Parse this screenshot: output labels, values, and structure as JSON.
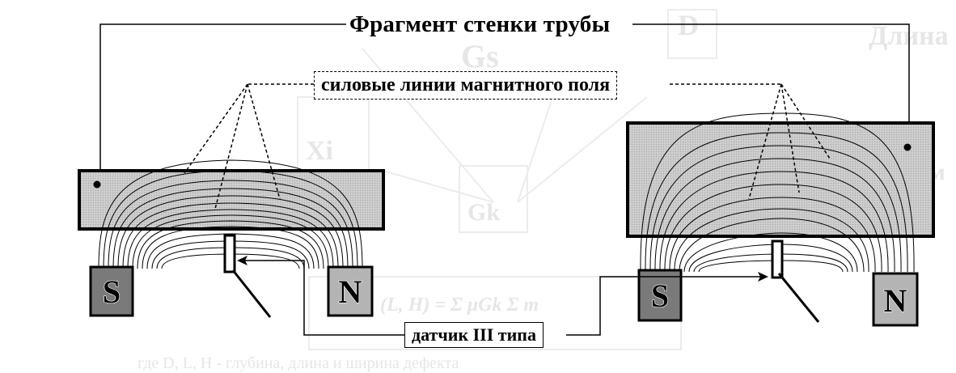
{
  "title": "Фрагмент стенки трубы",
  "field_lines_label": "силовые линии магнитного поля",
  "sensor_label": "датчик III типа",
  "magnets": {
    "south": "S",
    "north": "N"
  },
  "background_ghost": {
    "gs": "Gs",
    "xi": "Xi",
    "gk": "Gk",
    "d": "D",
    "formula": "(L, H) = Σ μGk Σ m",
    "caption": "где D, L, H - глубина, длина и ширина дефекта",
    "right_a": "Длина",
    "right_b": "ом"
  },
  "colors": {
    "wall_fill": "#c8c8c8",
    "magnet_s_fill": "#7a7a7a",
    "magnet_n_fill": "#b4b4b4",
    "line": "#000000",
    "ghost_text": "#e6e6e6"
  }
}
